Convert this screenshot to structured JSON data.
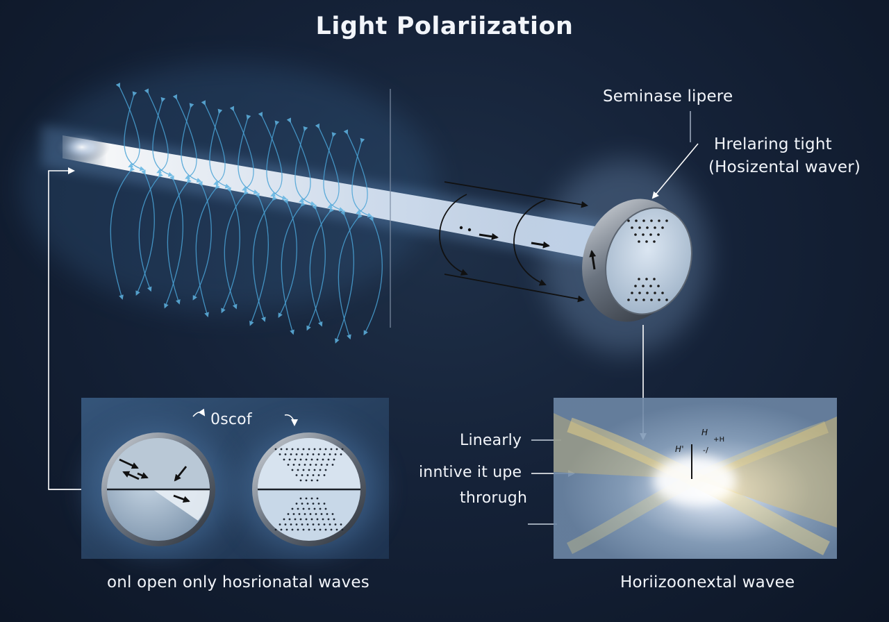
{
  "title": "Light Polariization",
  "labels": {
    "seminase": "Seminase lipere",
    "hrelaring": "Hrelaring tight",
    "hosizental": "(Hosizental waver)",
    "oscof": "0scof",
    "linearly": "Linearly",
    "inntive": "inntive it upe",
    "through": "throrugh",
    "h1": "H",
    "h2": "+H",
    "h3": "H'",
    "h4": "-/"
  },
  "captions": {
    "left": "onl open only hosrionatal waves",
    "right": "Horiizoonextal wavee"
  },
  "colors": {
    "background": "#152238",
    "beam": "#e9f2ff",
    "wave": "#4aa3d6",
    "panel": "#2d4a6b",
    "accent_gold": "#e6c66e"
  },
  "icons": {
    "polarizer": "polarizer-disc",
    "filter_open": "split-filter-disc",
    "filter_dotted": "dotted-filter-disc"
  }
}
